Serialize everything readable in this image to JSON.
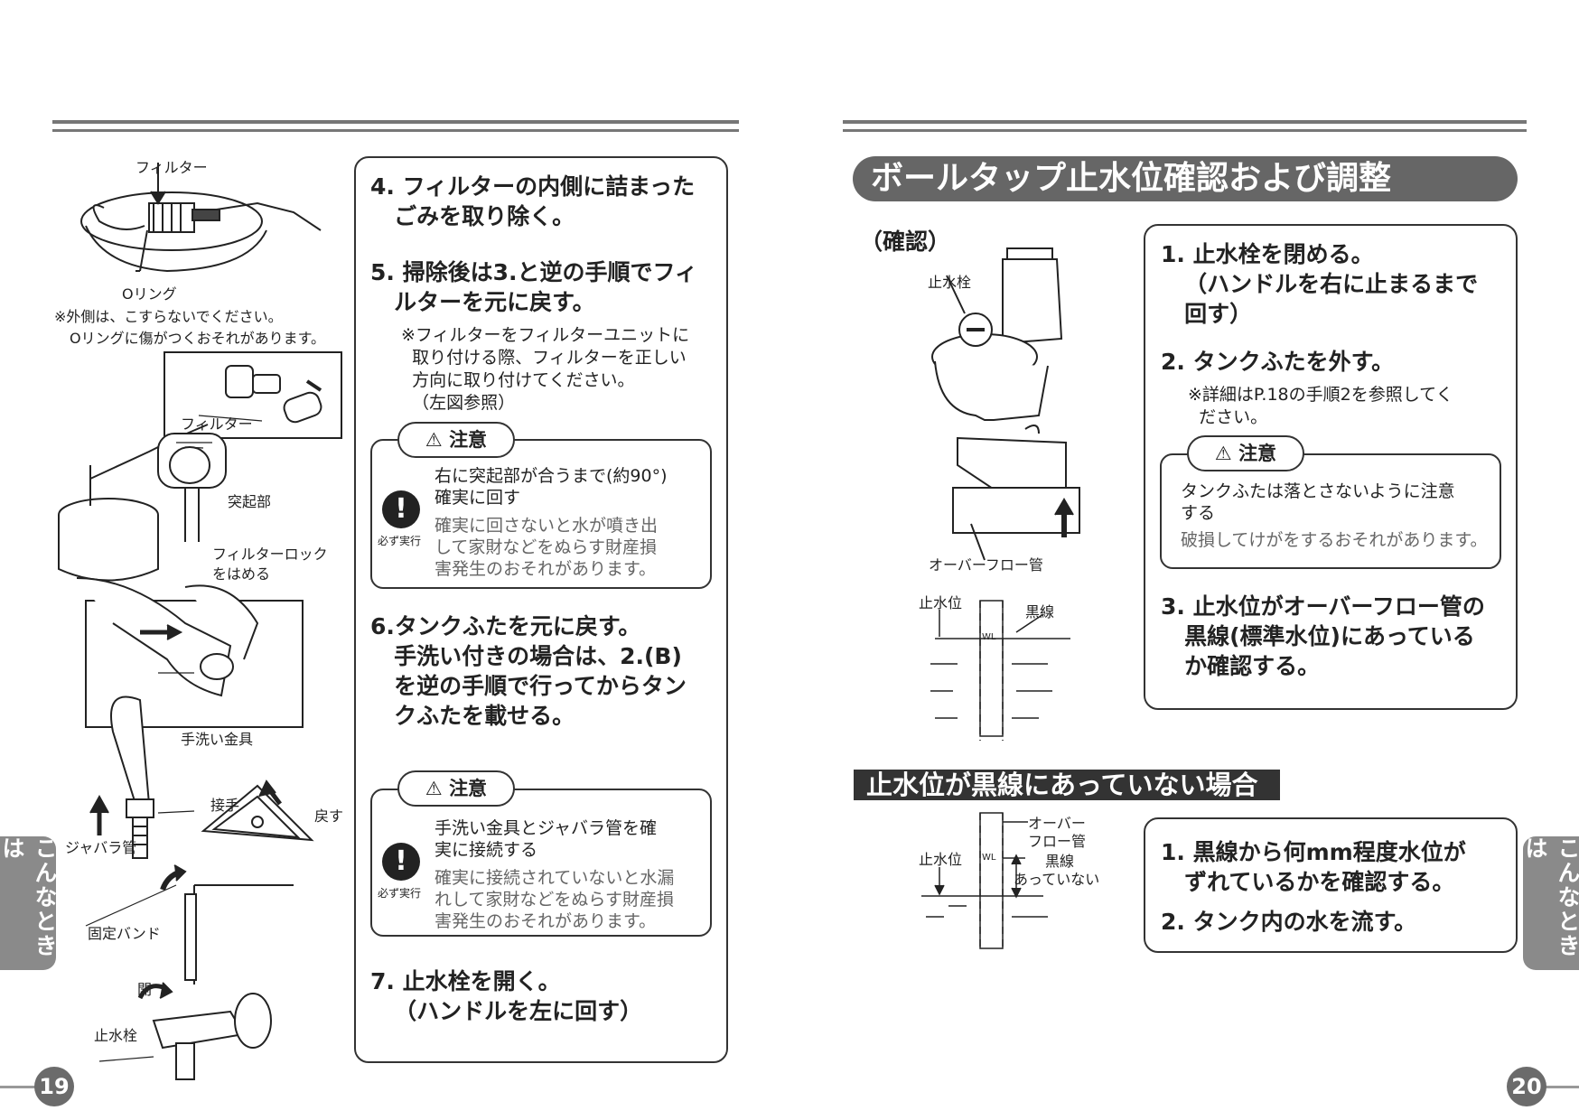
{
  "left": {
    "labels": {
      "filter_top": "フィルター",
      "o_ring": "Oリング",
      "note_line1": "※外側は、こすらないでください。",
      "note_line2": "Oリングに傷がつくおそれがあります。",
      "filter_inset": "フィルター",
      "protrusion": "突起部",
      "filter_lock_1": "フィルターロック",
      "filter_lock_2": "をはめる",
      "hand_fitting": "手洗い金具",
      "joint": "接手",
      "return": "戻す",
      "bellows": "ジャバラ管",
      "band": "固定バンド",
      "open": "開",
      "stop_valve": "止水栓"
    },
    "steps": {
      "s4": "4. フィルターの内側に詰まった\n   ごみを取り除く。",
      "s5": "5. 掃除後は3.と逆の手順でフィ\n   ルターを元に戻す。",
      "s5_note": "※フィルターをフィルターユニットに\n  取り付ける際、フィルターを正しい\n  方向に取り付けてください。\n  （左図参照）",
      "s6": "6.タンクふたを元に戻す。\n   手洗い付きの場合は、2.(B)\n   を逆の手順で行ってからタン\n   クふたを載せる。",
      "s7": "7. 止水栓を開く。\n   （ハンドルを左に回す）"
    },
    "caution1": {
      "tab": "注意",
      "bold": "右に突起部が合うまで(約90°)\n確実に回す",
      "gray": "確実に回さないと水が噴き出\nして家財などをぬらす財産損\n害発生のおそれがあります。",
      "must": "必ず実行"
    },
    "caution2": {
      "tab": "注意",
      "bold": "手洗い金具とジャバラ管を確\n実に接続する",
      "gray": "確実に接続されていないと水漏\nれして家財などをぬらす財産損\n害発生のおそれがあります。",
      "must": "必ず実行"
    },
    "side_tab": "こんなときは",
    "page_number": "19"
  },
  "right": {
    "title": "ボールタップ止水位確認および調整",
    "confirm_label": "（確認）",
    "labels": {
      "stop_valve": "止水栓",
      "overflow_pipe": "オーバーフロー管",
      "water_level": "止水位",
      "black_line": "黒線",
      "wl": "WL",
      "overflow_1": "オーバー",
      "overflow_2": "フロー管",
      "black_line2": "黒線",
      "not_match": "あっていない",
      "water_level2": "止水位",
      "wl2": "WL"
    },
    "steps": {
      "s1": "1. 止水栓を閉める。\n   （ハンドルを右に止まるまで\n   回す）",
      "s2": "2. タンクふたを外す。",
      "s2_note": "※詳細はP.18の手順2を参照してく\n  ださい。",
      "s3": "3. 止水位がオーバーフロー管の\n   黒線(標準水位)にあっている\n   か確認する。"
    },
    "caution": {
      "tab": "注意",
      "bold": "タンクふたは落とさないように注意\nする",
      "gray": "破損してけがをするおそれがあります。"
    },
    "subheading": "止水位が黒線にあっていない場合",
    "steps2": {
      "s1": "1. 黒線から何mm程度水位が\n   ずれているかを確認する。",
      "s2": "2. タンク内の水を流す。"
    },
    "side_tab": "こんなときは",
    "page_number": "20"
  }
}
